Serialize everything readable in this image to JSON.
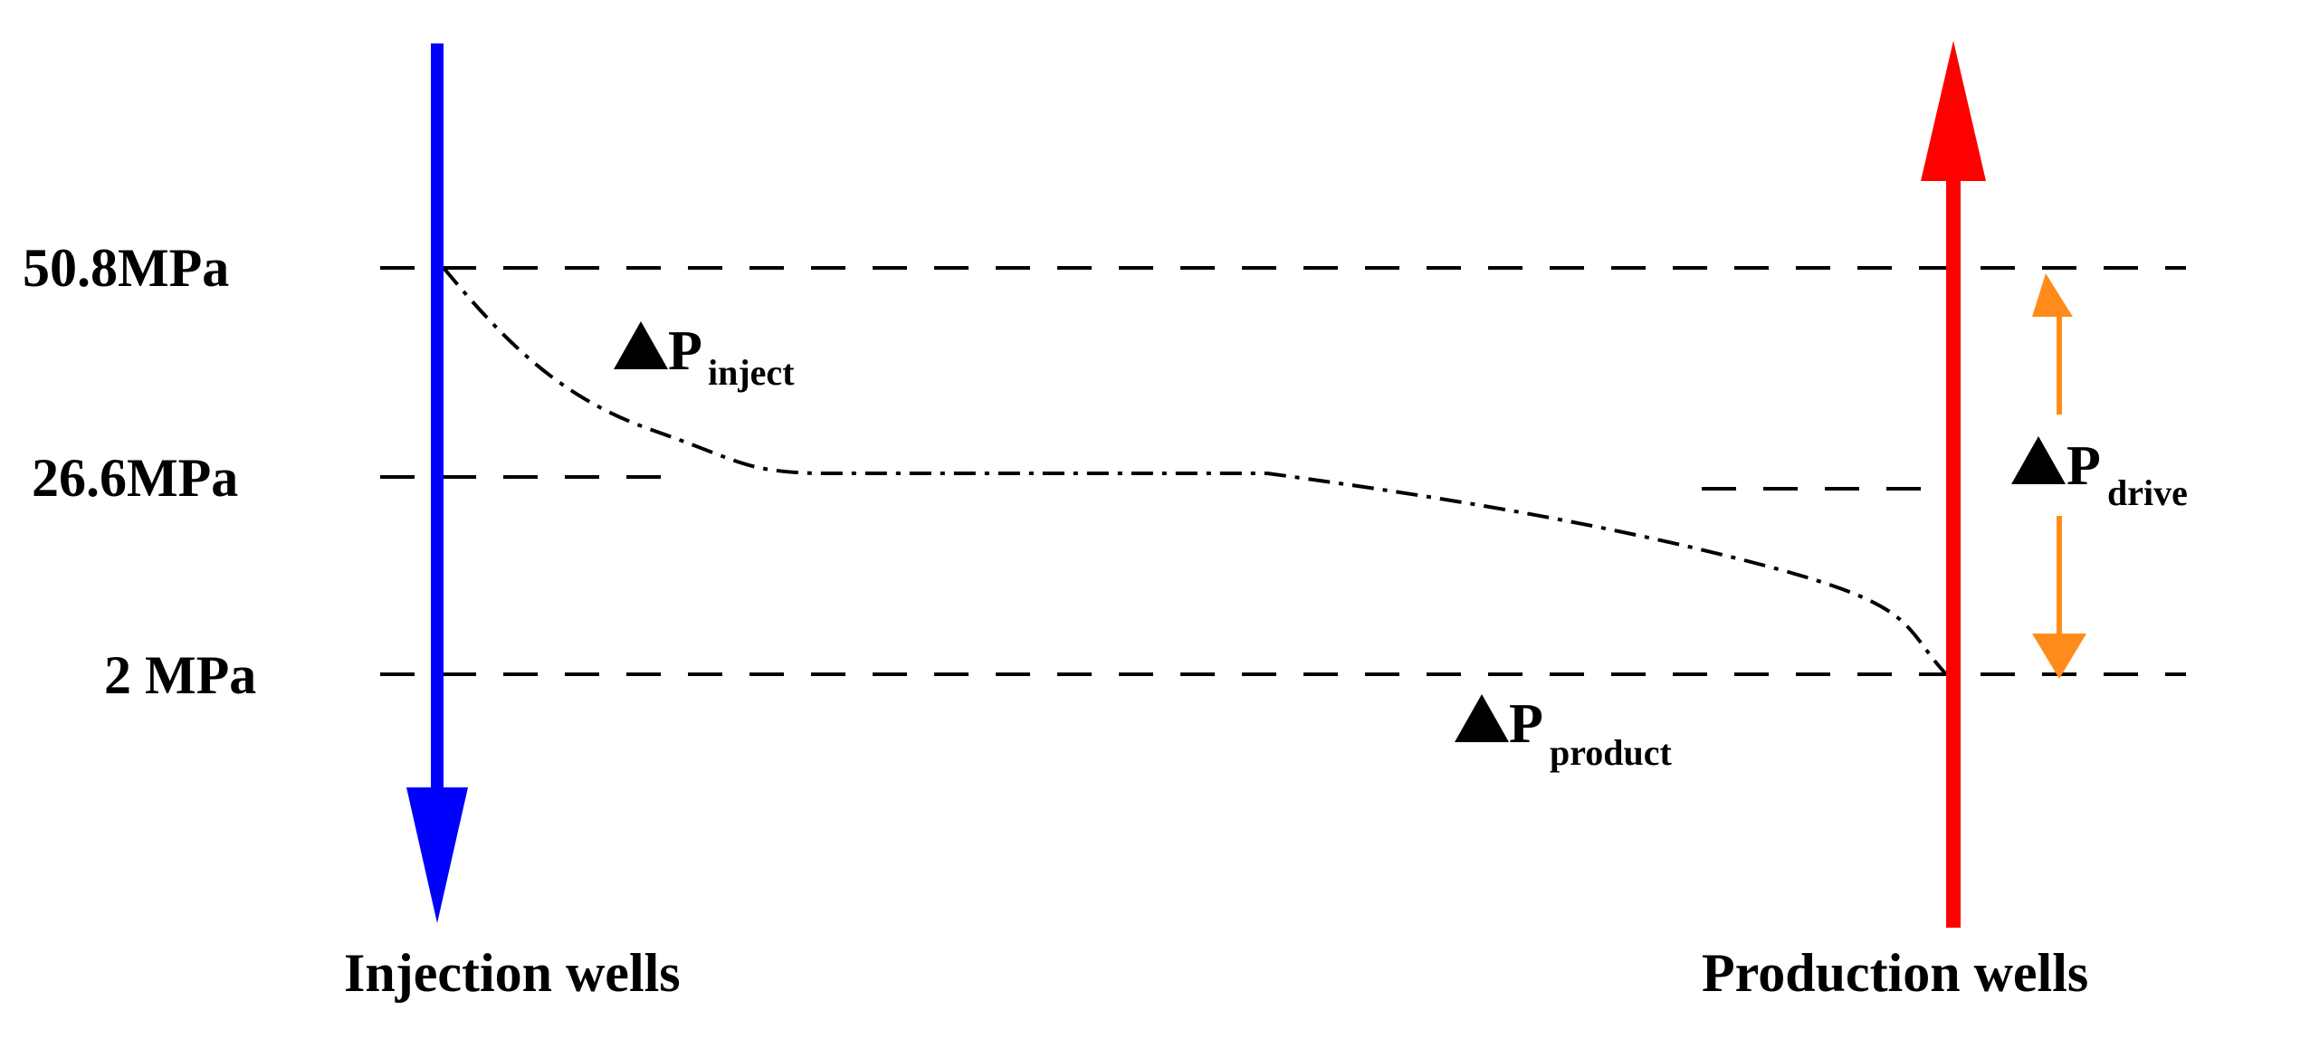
{
  "pressure_levels": [
    {
      "label": "50.8MPa"
    },
    {
      "label": "26.6MPa"
    },
    {
      "label": "2 MPa"
    }
  ],
  "delta_labels": {
    "inject": {
      "symbol": "P",
      "subscript": "inject"
    },
    "product": {
      "symbol": "P",
      "subscript": "product"
    },
    "drive": {
      "symbol": "P",
      "subscript": "drive"
    }
  },
  "wells": {
    "injection": "Injection wells",
    "production": "Production wells"
  },
  "colors": {
    "injection_arrow": "#0000ff",
    "production_arrow": "#ff0000",
    "drive_arrow": "#ff8c1a",
    "lines": "#000000"
  },
  "icons": {
    "delta": "triangle-icon"
  }
}
